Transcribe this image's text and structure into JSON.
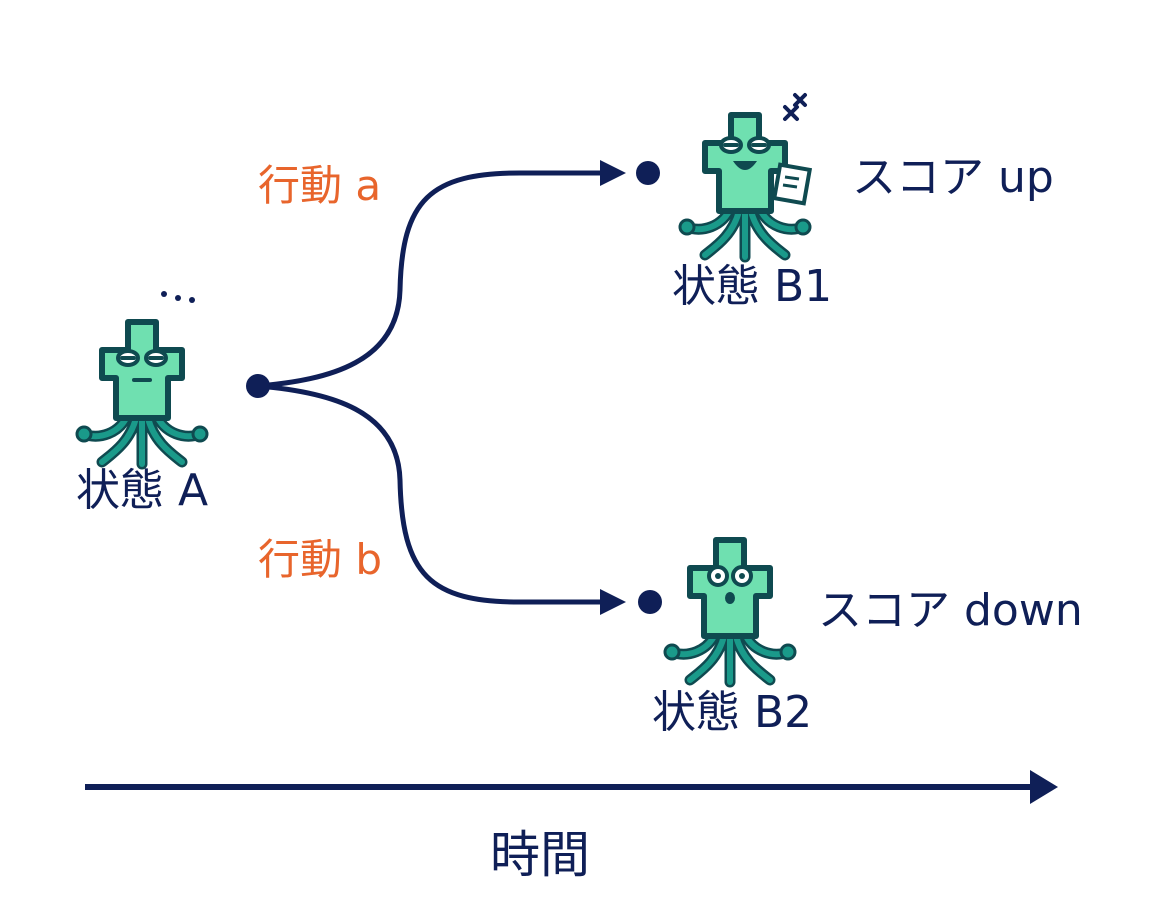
{
  "nodes": {
    "state_a": {
      "label": "状態 A"
    },
    "state_b1": {
      "label": "状態 B1",
      "score": "スコア up"
    },
    "state_b2": {
      "label": "状態 B2",
      "score": "スコア down"
    }
  },
  "edges": {
    "action_a": {
      "label": "行動 a"
    },
    "action_b": {
      "label": "行動 b"
    }
  },
  "time_axis": {
    "label": "時間"
  },
  "colors": {
    "line": "#0f1f57",
    "action_text": "#e8652c",
    "mascot_body": "#6fe0b0",
    "mascot_outline": "#0f4a50",
    "mascot_tentacle": "#1a9a8a"
  },
  "icons": {
    "state_a": "octopus-mascot-thinking-icon",
    "state_b1": "octopus-mascot-happy-icon",
    "state_b2": "octopus-mascot-worried-icon"
  }
}
